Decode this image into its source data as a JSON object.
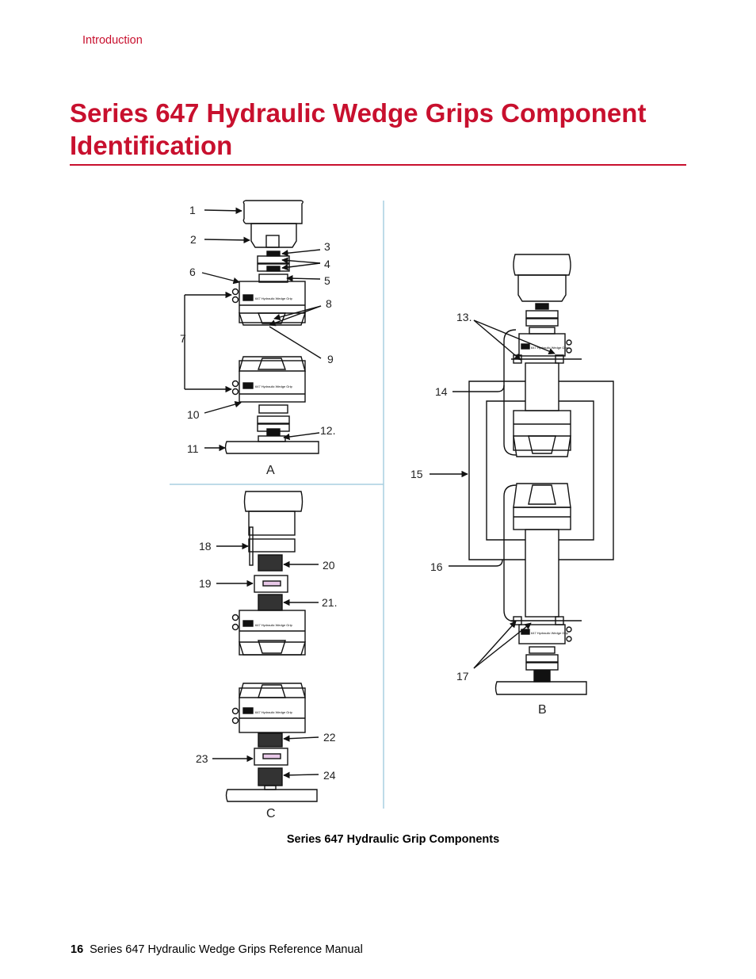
{
  "header": {
    "section": "Introduction"
  },
  "title": "Series 647 Hydraulic Wedge Grips Component Identification",
  "figure": {
    "caption": "Series 647 Hydraulic Grip Components",
    "panel_labels": {
      "a": "A",
      "b": "B",
      "c": "C"
    },
    "callouts": {
      "n1": "1",
      "n2": "2",
      "n3": "3",
      "n4": "4",
      "n5": "5",
      "n6": "6",
      "n7": "7",
      "n8": "8",
      "n9": "9",
      "n10": "10",
      "n11": "11",
      "n12": "12.",
      "n13": "13.",
      "n14": "14",
      "n15": "15",
      "n16": "16",
      "n17": "17",
      "n18": "18",
      "n19": "19",
      "n20": "20",
      "n21": "21.",
      "n22": "22",
      "n23": "23",
      "n24": "24"
    },
    "grip_body_text": "647 Hydraulic Wedge Grip"
  },
  "footer": {
    "page_number": "16",
    "manual_title": "Series 647 Hydraulic Wedge Grips Reference Manual"
  }
}
